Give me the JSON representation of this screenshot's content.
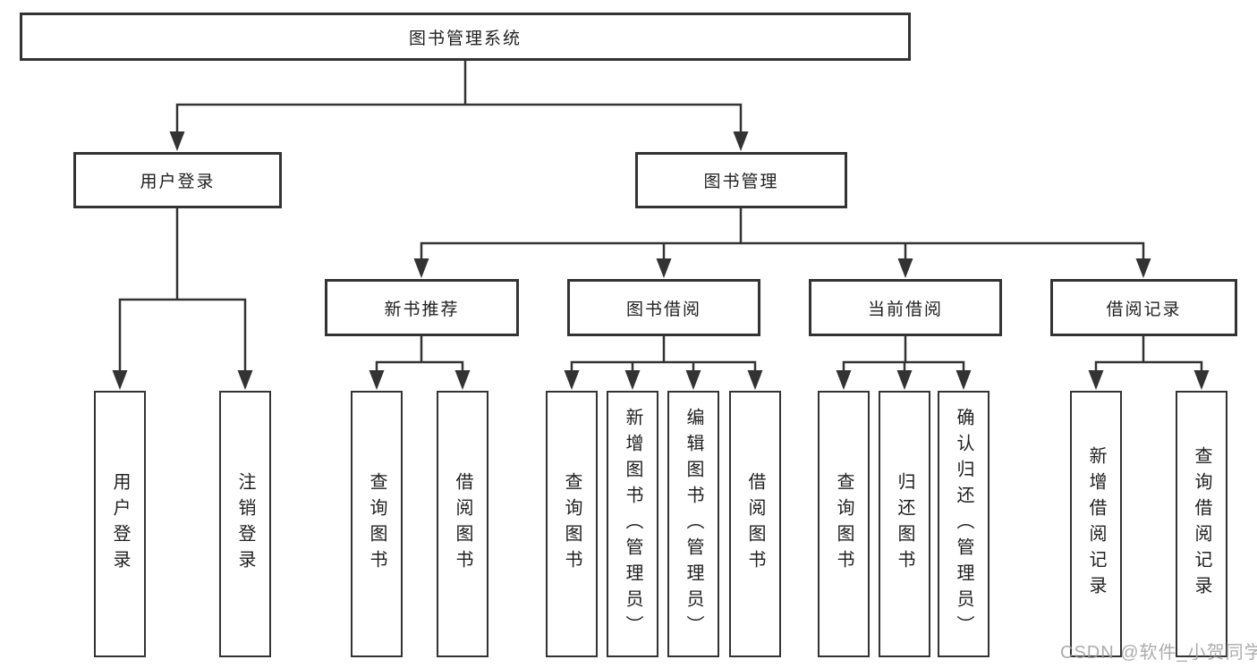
{
  "tree": {
    "root": "图书管理系统",
    "children": [
      {
        "label": "用户登录",
        "children": [
          "用户登录",
          "注销登录"
        ]
      },
      {
        "label": "图书管理",
        "children": [
          {
            "label": "新书推荐",
            "children": [
              "查询图书",
              "借阅图书"
            ]
          },
          {
            "label": "图书借阅",
            "children": [
              "查询图书",
              "新增图书（管理员）",
              "编辑图书（管理员）",
              "借阅图书"
            ]
          },
          {
            "label": "当前借阅",
            "children": [
              "查询图书",
              "归还图书",
              "确认归还（管理员）"
            ]
          },
          {
            "label": "借阅记录",
            "children": [
              "新增借阅记录",
              "查询借阅记录"
            ]
          }
        ]
      }
    ]
  },
  "watermark": {
    "text": "CSDN @软件_小贺同学"
  },
  "colors": {
    "line": "#333333",
    "background": "#ffffff",
    "watermark": "#9e9e9e"
  }
}
